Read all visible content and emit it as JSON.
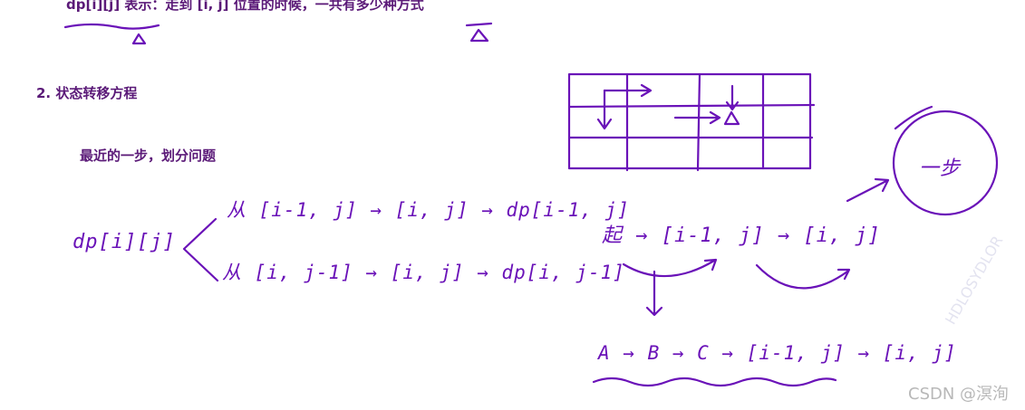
{
  "definition_line": "dp[i][j] 表示：走到 [i, j] 位置的时候，一共有多少种方式",
  "section_heading": "2. 状态转移方程",
  "sub_note": "最近的一步，划分问题",
  "handwriting": {
    "dp_label": "dp[i][j]",
    "branch_top": "从 [i-1, j] → [i, j] → dp[i-1, j]",
    "branch_bottom": "从 [i, j-1] → [i, j] → dp[i, j-1]",
    "path_top": "起 → [i-1, j] → [i, j]",
    "path_bottom": "A → B → C → [i-1, j] → [i, j]",
    "circle_text": "一步"
  },
  "watermark": "CSDN @溟洵",
  "watermark_diag": "HDLOSYDLOR",
  "colors": {
    "typed_text": "#5b1a78",
    "ink": "#6a12b8",
    "watermark": "#b8b8b8"
  }
}
